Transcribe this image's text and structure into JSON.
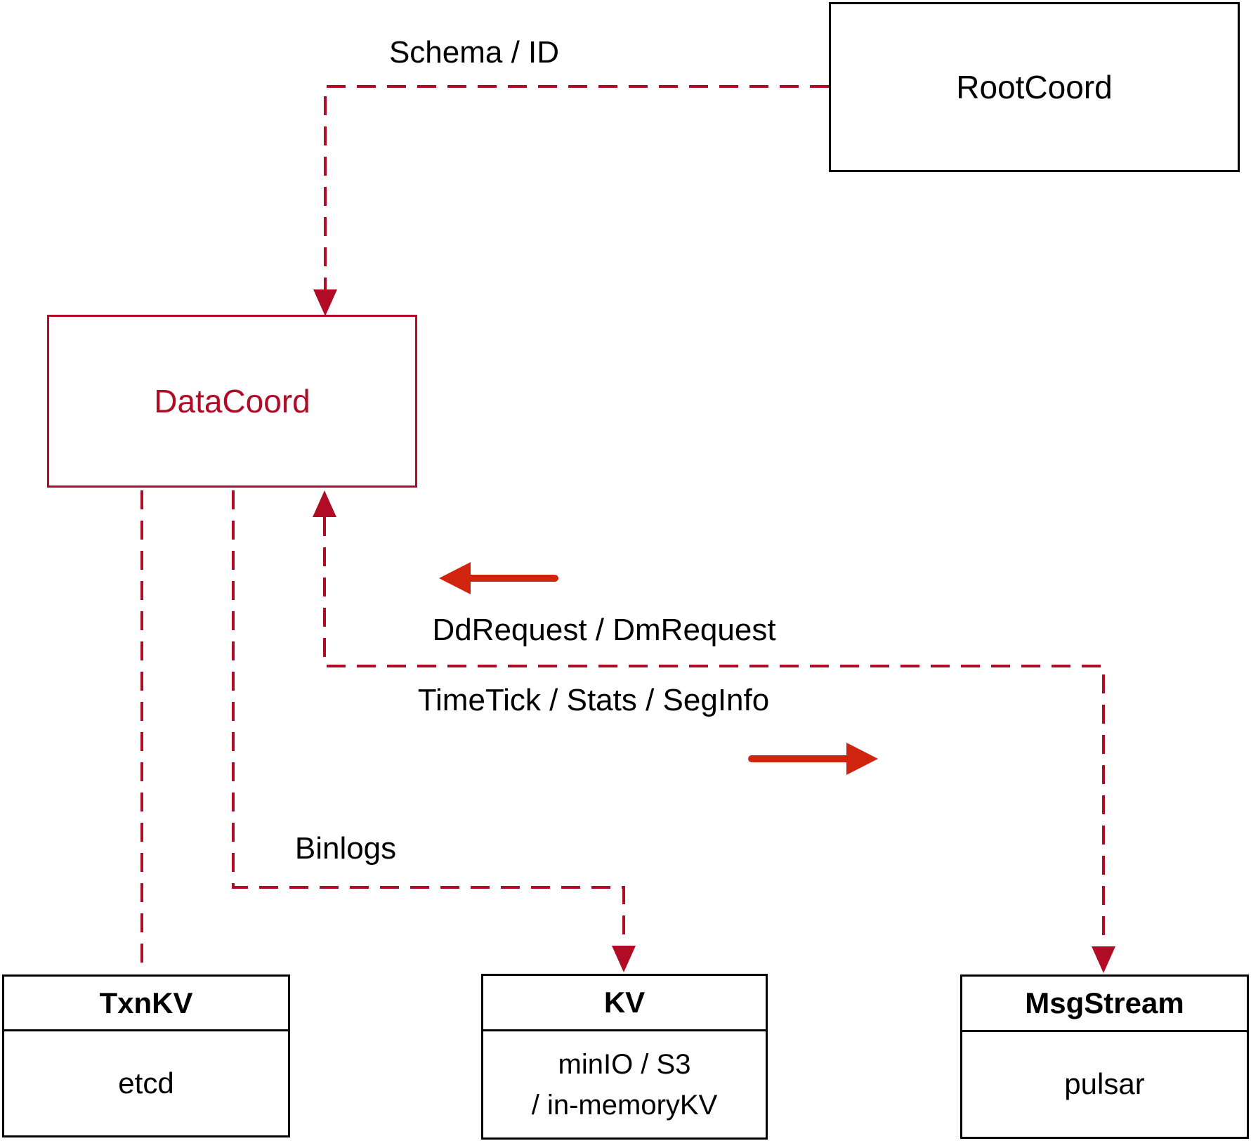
{
  "theme": {
    "dashed_red": "#b00c26",
    "solid_red": "#d0240f",
    "box_black": "#000000",
    "text_black": "#000000",
    "bg": "#ffffff"
  },
  "nodes": {
    "rootcoord": {
      "label": "RootCoord"
    },
    "datacoord": {
      "label": "DataCoord"
    },
    "txnkv": {
      "title": "TxnKV",
      "body": "etcd"
    },
    "kv": {
      "title": "KV",
      "body_lines": [
        "minIO / S3",
        "/ in-memoryKV"
      ]
    },
    "msgstream": {
      "title": "MsgStream",
      "body": "pulsar"
    }
  },
  "edges": {
    "schema_id": {
      "label": "Schema / ID",
      "from": "RootCoord",
      "to": "DataCoord",
      "style": "dashed-arrow"
    },
    "datacoord_txnkv": {
      "label": "",
      "from": "DataCoord",
      "to": "TxnKV",
      "style": "dashed"
    },
    "binlogs": {
      "label": "Binlogs",
      "from": "DataCoord",
      "to": "KV",
      "style": "dashed-arrow"
    },
    "dd_dm_request": {
      "label": "DdRequest / DmRequest",
      "from": "MsgStream",
      "to": "DataCoord",
      "style": "dashed-arrow"
    },
    "timetick": {
      "label": "TimeTick / Stats / SegInfo",
      "from": "DataCoord",
      "to": "MsgStream",
      "style": "dashed-arrow"
    }
  },
  "direction_arrows": {
    "left_arrow": {
      "meaning": "flow toward DataCoord"
    },
    "right_arrow": {
      "meaning": "flow toward MsgStream"
    }
  }
}
